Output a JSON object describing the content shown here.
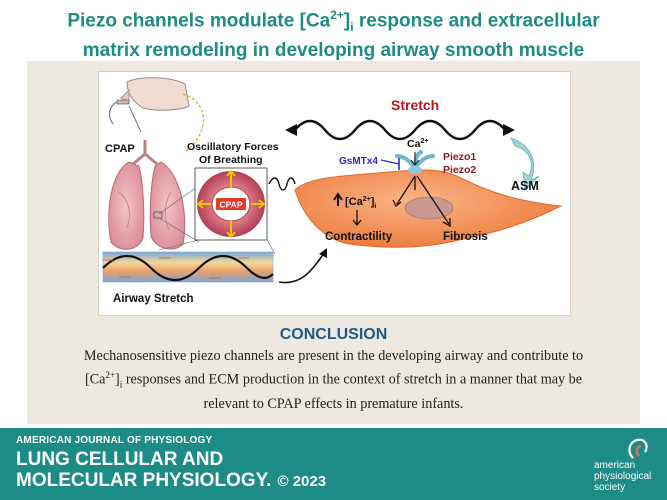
{
  "header": {
    "title_part1": "Piezo channels modulate [Ca",
    "title_sup": "2+",
    "title_part2": "]",
    "title_sub": "i",
    "title_part3": " response and extracellular",
    "title_line2": "matrix remodeling in developing airway smooth muscle"
  },
  "figure": {
    "cpap_label": "CPAP",
    "oscillatory_line1": "Oscillatory Forces",
    "oscillatory_line2": "Of Breathing",
    "cpap_inner_label": "CPAP",
    "airway_stretch_label": "Airway Stretch",
    "stretch_label": "Stretch",
    "ca_label": "Ca",
    "ca_sup": "2+",
    "gsmtx4_label": "GsMTx4",
    "piezo1_label": "Piezo1",
    "piezo2_label": "Piezo2",
    "asm_label": "ASM",
    "ca_increase_prefix": "[Ca",
    "ca_increase_sup": "2+",
    "ca_increase_suffix": "]",
    "ca_increase_sub": "i",
    "contractility_label": "Contractility",
    "fibrosis_label": "Fibrosis"
  },
  "conclusion": {
    "heading": "CONCLUSION",
    "text_line1": "Mechanosensitive piezo channels are present in the developing airway and contribute to",
    "text_line2_prefix": "[Ca",
    "text_line2_sup": "2+",
    "text_line2_mid": "]",
    "text_line2_sub": "i",
    "text_line2_rest": " responses and ECM production in the context of stretch in a manner that may be",
    "text_line3": "relevant to CPAP effects in premature infants."
  },
  "footer": {
    "kicker": "AMERICAN JOURNAL OF PHYSIOLOGY",
    "name_line1": "LUNG CELLULAR AND",
    "name_line2": "MOLECULAR PHYSIOLOGY.",
    "copyright": "© 2023",
    "society_line1": "american",
    "society_line2": "physiological",
    "society_line3": "society"
  },
  "colors": {
    "teal": "#1e8c86",
    "navy": "#1f5a8b",
    "stretch_red": "#c0141e",
    "piezo_red": "#8b1a1a",
    "gsmtx_blue": "#2a2ad0",
    "cell_orange": "#f08a4b"
  }
}
